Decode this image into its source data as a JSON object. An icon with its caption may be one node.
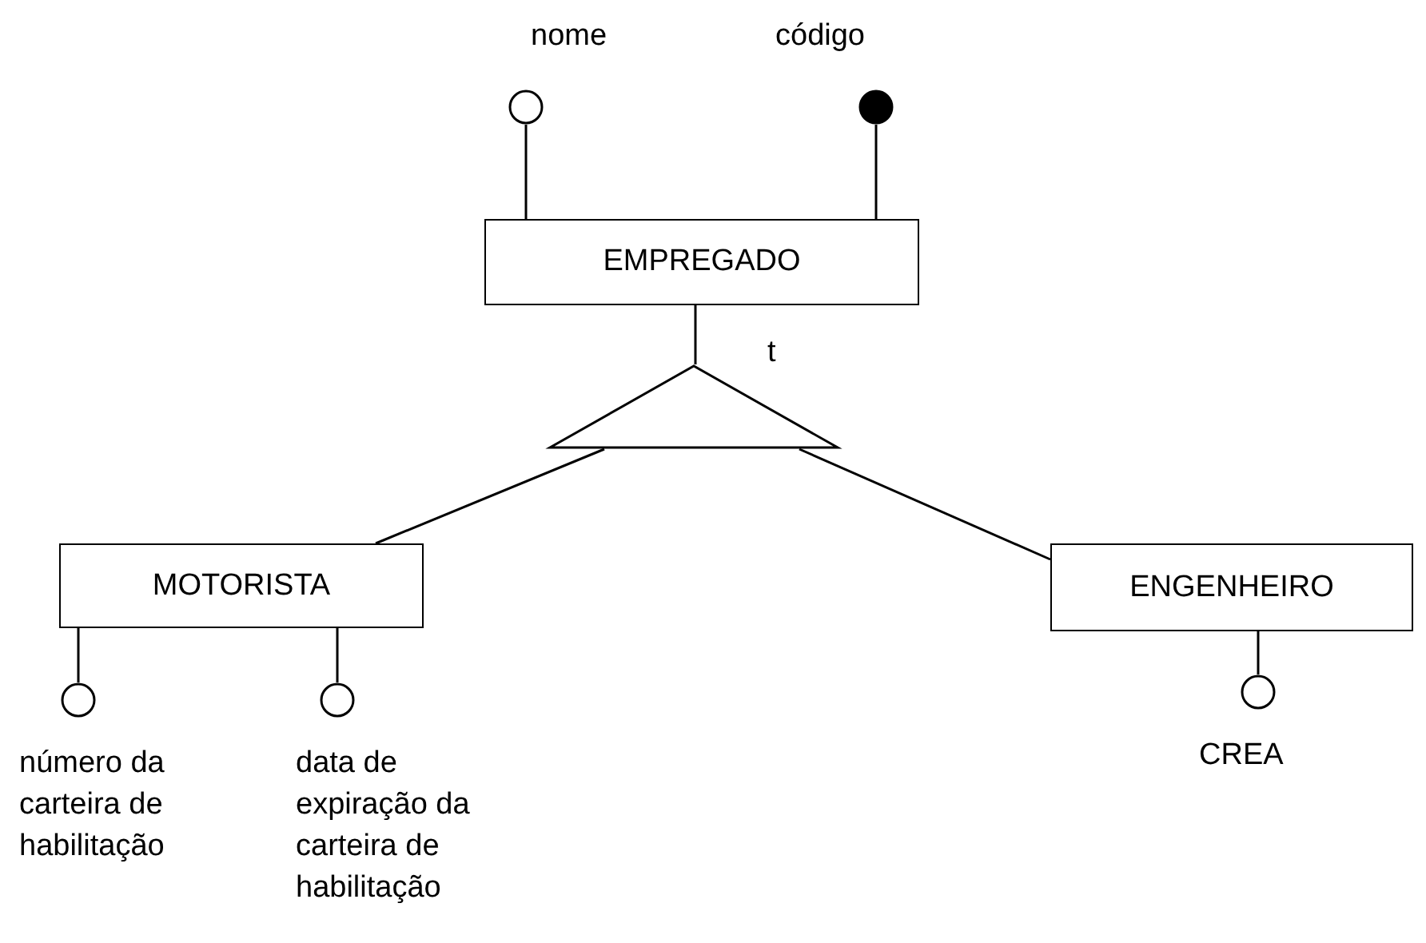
{
  "diagram": {
    "nodes": [
      {
        "text": [
          "EMPREGADO"
        ]
      },
      {
        "text": [],
        "shape": "circle",
        "beside": [
          "nome"
        ]
      },
      {
        "text": [],
        "shape": "dot",
        "beside": [
          "código"
        ]
      },
      {
        "text": [],
        "shape": "triangle",
        "beside": [
          "t"
        ]
      },
      {
        "text": [
          "MOTORISTA"
        ]
      },
      {
        "text": [
          "ENGENHEIRO"
        ]
      },
      {
        "text": [],
        "shape": "circle",
        "beside": [
          "número da carteira de habilitação"
        ]
      },
      {
        "text": [],
        "shape": "circle",
        "beside": [
          "data de expiração da carteira de habilitação"
        ]
      },
      {
        "text": [],
        "shape": "circle",
        "beside": [
          "CREA"
        ]
      }
    ],
    "edges": [
      {
        "from": 1,
        "to": 0,
        "arrow": "none"
      },
      {
        "from": 2,
        "to": 0,
        "arrow": "none"
      },
      {
        "from": 0,
        "to": 3,
        "arrow": "none"
      },
      {
        "from": 3,
        "to": 4,
        "arrow": "none"
      },
      {
        "from": 3,
        "to": 5,
        "arrow": "none"
      },
      {
        "from": 6,
        "to": 4,
        "arrow": "none"
      },
      {
        "from": 7,
        "to": 4,
        "arrow": "none"
      },
      {
        "from": 8,
        "to": 5,
        "arrow": "none"
      }
    ]
  }
}
